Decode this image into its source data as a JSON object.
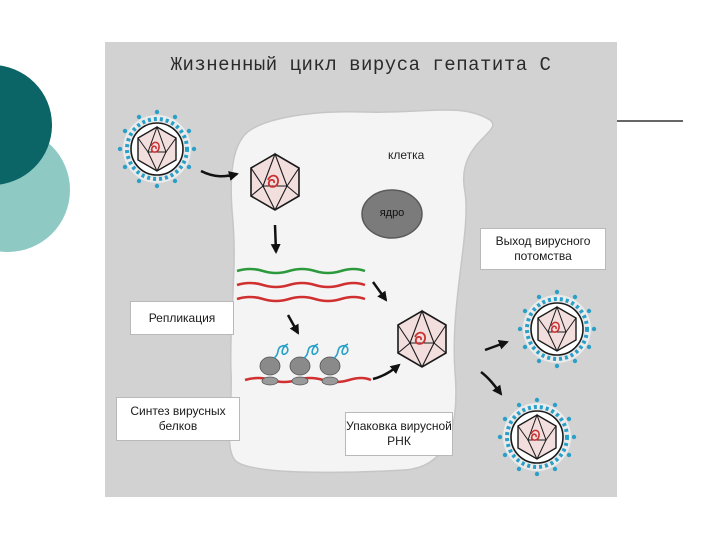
{
  "diagram": {
    "title": "Жизненный цикл вируса гепатита С",
    "cell_label": "клетка",
    "nucleus_label": "ядро",
    "boxes": {
      "replication": "Репликация",
      "protein_synthesis": "Синтез вирусных белков",
      "rna_packaging": "Упаковка вирусной РНК",
      "progeny_exit": "Выход вирусного потомства"
    }
  },
  "colors": {
    "slide_teal_dark": "#0b6466",
    "slide_teal_light": "#8ec9c4",
    "panel_gray": "#d2d2d2",
    "cell_fill": "#f4f4f4",
    "nucleus_gray": "#7b7b7b",
    "rna_red": "#d03030",
    "rna_green": "#2c9a3c",
    "envelope_blue": "#2aa0c8",
    "capsid_red": "#c83232"
  }
}
